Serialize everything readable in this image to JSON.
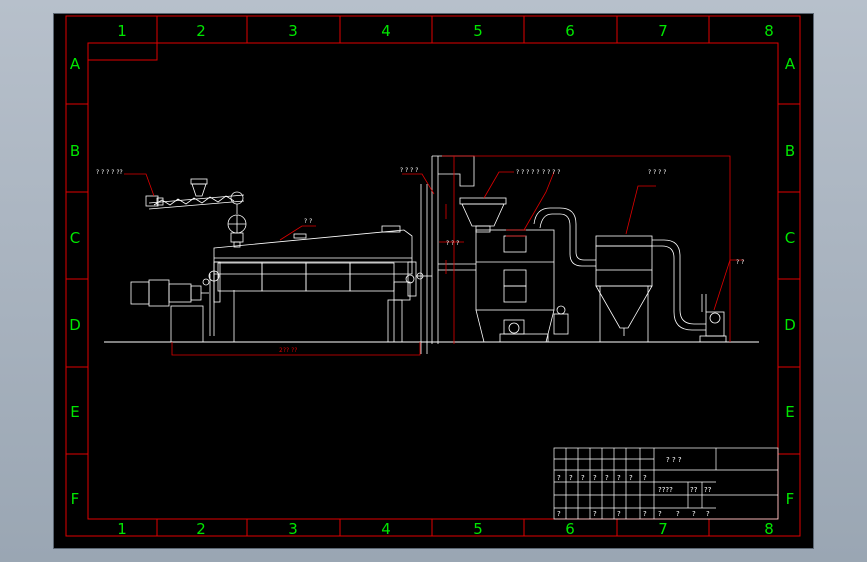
{
  "sheet": {
    "col_labels": [
      "1",
      "2",
      "3",
      "4",
      "5",
      "6",
      "7",
      "8"
    ],
    "row_labels": [
      "A",
      "B",
      "C",
      "D",
      "E",
      "F"
    ],
    "colors": {
      "frame_red": "#e00000",
      "zone_green": "#00e600",
      "line_white": "#ffffff",
      "background": "#000000",
      "viewport_bg": "#a9b3bf"
    }
  },
  "equipment_labels": {
    "feeder": "? ? ? ? ??",
    "dryer_top": "? ?",
    "hopper": "? ? ? ? ?",
    "hopper_right": "? ? ? ?",
    "tower": "? ? ? ?",
    "collector": "? ? ? ?",
    "fan": "? ?",
    "length_dim": "2?? ??"
  },
  "title_block": {
    "title": "? ? ?",
    "row1": [
      "????",
      "??",
      "??"
    ],
    "row2": [
      "?",
      "?",
      "?",
      "?"
    ],
    "left_row1": [
      "?",
      "?",
      "?",
      "?",
      "?",
      "?",
      "?",
      "?"
    ],
    "left_row2": [
      "?",
      "?",
      "?",
      "?"
    ]
  }
}
